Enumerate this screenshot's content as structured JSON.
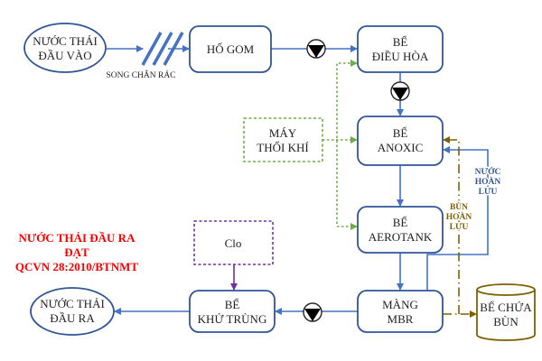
{
  "diagram": {
    "nodes": {
      "influent": {
        "lines": [
          "NƯỚC THẢI",
          "ĐẦU VÀO"
        ]
      },
      "screen": {
        "label": "SONG CHẮN RÁC"
      },
      "collection_pit": {
        "lines": [
          "HỐ GOM"
        ]
      },
      "equalization_tank": {
        "lines": [
          "BỂ",
          "ĐIỀU HÒA"
        ]
      },
      "anoxic_tank": {
        "lines": [
          "BỂ",
          "ANOXIC"
        ]
      },
      "blower": {
        "lines": [
          "MÁY",
          "THỔI KHÍ"
        ]
      },
      "aerotank": {
        "lines": [
          "BỂ",
          "AEROTANK"
        ]
      },
      "mbr_membrane": {
        "lines": [
          "MÀNG",
          "MBR"
        ]
      },
      "disinfection_tank": {
        "lines": [
          "BỂ",
          "KHỬ TRÙNG"
        ]
      },
      "chlorine": {
        "lines": [
          "Clo"
        ]
      },
      "effluent": {
        "lines": [
          "NƯỚC THẢI",
          "ĐẦU RA"
        ]
      },
      "sludge_tank": {
        "lines": [
          "BỂ CHỨA",
          "BÙN"
        ]
      }
    },
    "recirculation": {
      "water_label": [
        "NƯỚC",
        "HOÀN",
        "LƯU"
      ],
      "sludge_label": [
        "BÙN",
        "HOÀN",
        "LƯU"
      ]
    },
    "standard_note": [
      "NƯỚC THẢI ĐẦU RA",
      "ĐẠT",
      "QCVN 28:2010/BTNMT"
    ],
    "pumps": [
      "pump-icon",
      "pump-icon",
      "pump-icon"
    ],
    "colors": {
      "process_line": "#4472c4",
      "box_border": "#2f5597",
      "air_line": "#70ad47",
      "chlorine_line": "#7030a0",
      "sludge_line": "#7f6000",
      "note_text": "#ff0000"
    }
  }
}
